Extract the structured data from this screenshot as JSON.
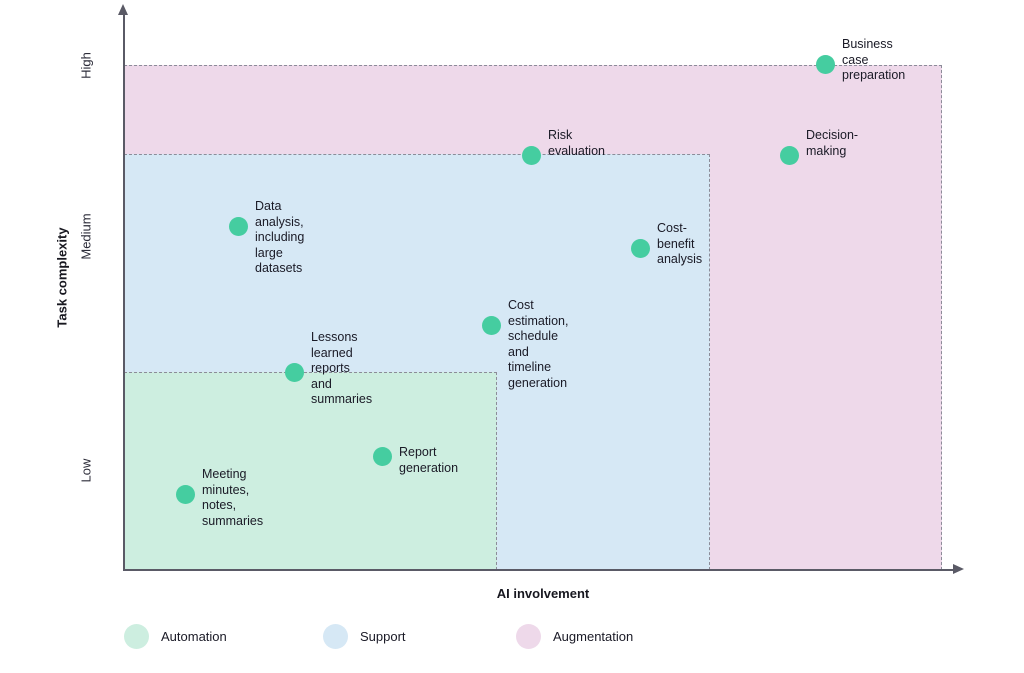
{
  "chart_data": {
    "type": "scatter",
    "title": "",
    "xlabel": "AI involvement",
    "ylabel": "Task complexity",
    "grid": false,
    "legend_position": "bottom-left",
    "x_axis": {
      "label": "AI involvement",
      "tick_labels": [],
      "arrow": true,
      "direction": "increasing left to right"
    },
    "y_axis": {
      "label": "Task complexity",
      "tick_labels": [
        "Low",
        "Medium",
        "High"
      ],
      "arrow": true,
      "direction": "increasing bottom to top"
    },
    "zones": [
      {
        "name": "Automation",
        "color": "#cdeee0",
        "border": "dashed",
        "border_color": "#8c8c99",
        "x_range_pct": [
          0,
          44.5
        ],
        "y_range_pct": [
          0,
          35.5
        ]
      },
      {
        "name": "Support",
        "color": "#d6e8f5",
        "border": "dashed",
        "border_color": "#8c8c99",
        "x_range_pct": [
          0,
          70.2
        ],
        "y_range_pct": [
          0,
          74.7
        ]
      },
      {
        "name": "Augmentation",
        "color": "#eed9ea",
        "border": "dashed",
        "border_color": "#8c8c99",
        "x_range_pct": [
          0,
          98.0
        ],
        "y_range_pct": [
          0,
          90.7
        ]
      }
    ],
    "point_color": "#45CDA0",
    "points": [
      {
        "label": "Meeting\nminutes,\nnotes,\nsummaries",
        "x_pct": 7.3,
        "y_pct": 13.6,
        "zone": "Automation",
        "label_lines": 4
      },
      {
        "label": "Report\ngeneration",
        "x_pct": 31.0,
        "y_pct": 20.5,
        "zone": "Automation",
        "label_lines": 2
      },
      {
        "label": "Lessons learned\nreports and\nsummaries",
        "x_pct": 20.4,
        "y_pct": 35.5,
        "zone": "Automation",
        "label_lines": 3
      },
      {
        "label": "Cost estimation,\nschedule and\ntimeline generation",
        "x_pct": 44.0,
        "y_pct": 43.9,
        "zone": "Support",
        "label_lines": 3
      },
      {
        "label": "Data analysis,\nincluding large\ndatasets",
        "x_pct": 13.7,
        "y_pct": 61.7,
        "zone": "Support",
        "label_lines": 3
      },
      {
        "label": "Cost-\nbenefit\nanalysis",
        "x_pct": 61.6,
        "y_pct": 57.8,
        "zone": "Support",
        "label_lines": 3
      },
      {
        "label": "Risk\nevaluation",
        "x_pct": 48.8,
        "y_pct": 74.7,
        "zone": "Support",
        "label_lines": 2
      },
      {
        "label": "Decision-\nmaking",
        "x_pct": 79.5,
        "y_pct": 74.5,
        "zone": "Augmentation",
        "label_lines": 2
      },
      {
        "label": "Business case\npreparation",
        "x_pct": 84.8,
        "y_pct": 90.5,
        "zone": "Augmentation",
        "label_lines": 2
      }
    ],
    "legend": [
      {
        "label": "Automation",
        "color": "#cdeee0"
      },
      {
        "label": "Support",
        "color": "#d6e8f5"
      },
      {
        "label": "Augmentation",
        "color": "#eed9ea"
      }
    ]
  },
  "axes": {
    "y_title": "Task complexity",
    "x_title": "AI involvement",
    "y_ticks": {
      "high": "High",
      "medium": "Medium",
      "low": "Low"
    }
  },
  "points": {
    "p0": "Meeting\nminutes,\nnotes,\nsummaries",
    "p1": "Report\ngeneration",
    "p2": "Lessons learned\nreports and\nsummaries",
    "p3": "Cost estimation,\nschedule and\ntimeline generation",
    "p4": "Data analysis,\nincluding large\ndatasets",
    "p5": "Cost-\nbenefit\nanalysis",
    "p6": "Risk\nevaluation",
    "p7": "Decision-\nmaking",
    "p8": "Business case\npreparation"
  },
  "legend": {
    "automation": "Automation",
    "support": "Support",
    "augmentation": "Augmentation"
  },
  "colors": {
    "automation": "#cdeee0",
    "support": "#d6e8f5",
    "augmentation": "#eed9ea",
    "marker": "#45CDA0",
    "axis": "#5a5a66",
    "zone_border": "#8c8c99"
  }
}
